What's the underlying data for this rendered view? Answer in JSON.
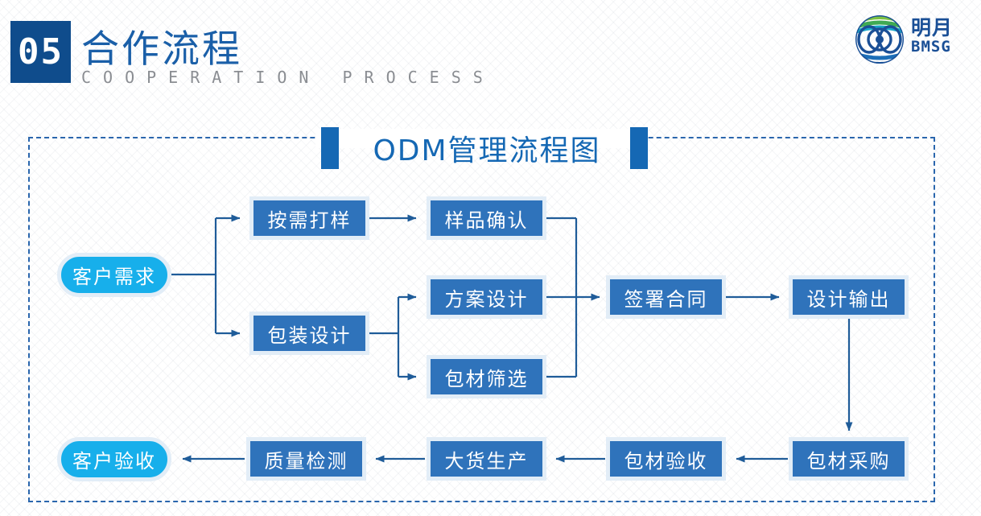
{
  "header": {
    "section_number": "05",
    "title_cn": "合作流程",
    "title_en": "COOPERATION PROCESS",
    "badge_color": "#0f4c8c",
    "title_color": "#1a5fa8"
  },
  "logo": {
    "mark_name": "bmsg-globe-emblem",
    "brand_cn": "明月",
    "brand_en": "BMSG",
    "color": "#1a4f96",
    "accent_green": "#7cc242"
  },
  "flow": {
    "title": "ODM管理流程图",
    "title_color": "#1568b4",
    "accent_bar_color": "#1568b4",
    "frame_border_color": "#2a66ad",
    "node_fill": "#2f73bb",
    "node_halo": "#e2edf7",
    "pill_fill": "#17afeb",
    "line_color": "#1f5c99",
    "nodes": [
      {
        "id": "customer-requirement",
        "label": "客户需求",
        "shape": "pill"
      },
      {
        "id": "sampling-on-demand",
        "label": "按需打样",
        "shape": "rect"
      },
      {
        "id": "sample-confirmation",
        "label": "样品确认",
        "shape": "rect"
      },
      {
        "id": "packaging-design",
        "label": "包装设计",
        "shape": "rect"
      },
      {
        "id": "scheme-design",
        "label": "方案设计",
        "shape": "rect"
      },
      {
        "id": "material-screening",
        "label": "包材筛选",
        "shape": "rect"
      },
      {
        "id": "sign-contract",
        "label": "签署合同",
        "shape": "rect"
      },
      {
        "id": "design-output",
        "label": "设计输出",
        "shape": "rect"
      },
      {
        "id": "material-purchase",
        "label": "包材采购",
        "shape": "rect"
      },
      {
        "id": "material-acceptance",
        "label": "包材验收",
        "shape": "rect"
      },
      {
        "id": "mass-production",
        "label": "大货生产",
        "shape": "rect"
      },
      {
        "id": "quality-inspection",
        "label": "质量检测",
        "shape": "rect"
      },
      {
        "id": "customer-acceptance",
        "label": "客户验收",
        "shape": "pill"
      }
    ],
    "edges": [
      {
        "from": "customer-requirement",
        "to": "sampling-on-demand"
      },
      {
        "from": "customer-requirement",
        "to": "packaging-design"
      },
      {
        "from": "sampling-on-demand",
        "to": "sample-confirmation"
      },
      {
        "from": "packaging-design",
        "to": "scheme-design"
      },
      {
        "from": "packaging-design",
        "to": "material-screening"
      },
      {
        "from": "sample-confirmation",
        "to": "sign-contract"
      },
      {
        "from": "scheme-design",
        "to": "sign-contract"
      },
      {
        "from": "material-screening",
        "to": "sign-contract"
      },
      {
        "from": "sign-contract",
        "to": "design-output"
      },
      {
        "from": "design-output",
        "to": "material-purchase"
      },
      {
        "from": "material-purchase",
        "to": "material-acceptance"
      },
      {
        "from": "material-acceptance",
        "to": "mass-production"
      },
      {
        "from": "mass-production",
        "to": "quality-inspection"
      },
      {
        "from": "quality-inspection",
        "to": "customer-acceptance"
      }
    ]
  }
}
